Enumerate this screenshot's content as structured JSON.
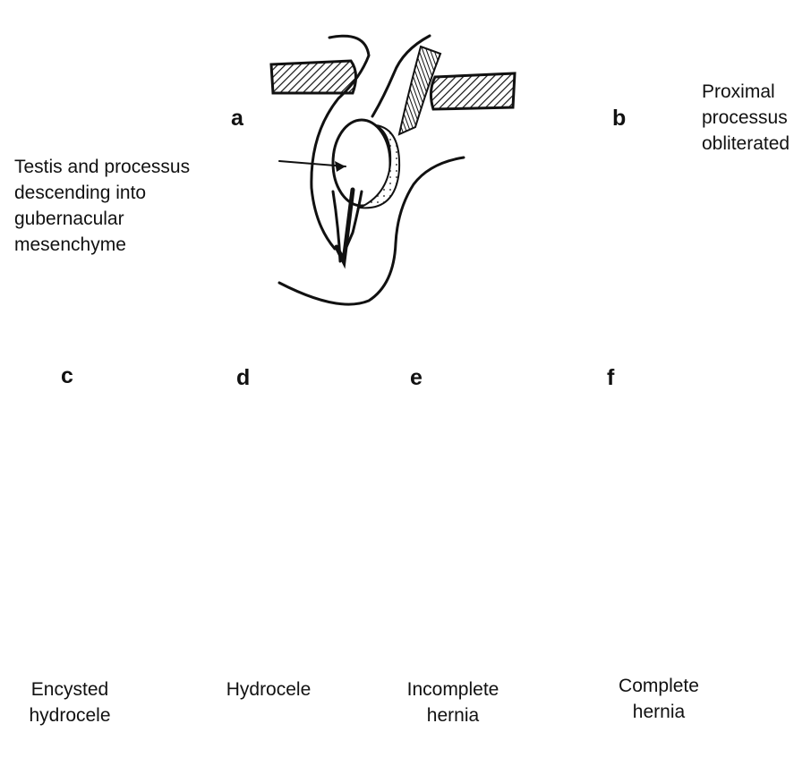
{
  "panels": {
    "a": {
      "letter": "a",
      "label": "Testis and processus descending into gubernacular mesenchyme"
    },
    "b": {
      "letter": "b",
      "label_lines": [
        "Proximal",
        "processus",
        "obliterated"
      ]
    },
    "c": {
      "letter": "c",
      "caption_lines": [
        "Encysted",
        "hydrocele"
      ]
    },
    "d": {
      "letter": "d",
      "caption_lines": [
        "Hydrocele"
      ]
    },
    "e": {
      "letter": "e",
      "caption_lines": [
        "Incomplete",
        "hernia"
      ]
    },
    "f": {
      "letter": "f",
      "caption_lines": [
        "Complete",
        "hernia"
      ]
    }
  }
}
